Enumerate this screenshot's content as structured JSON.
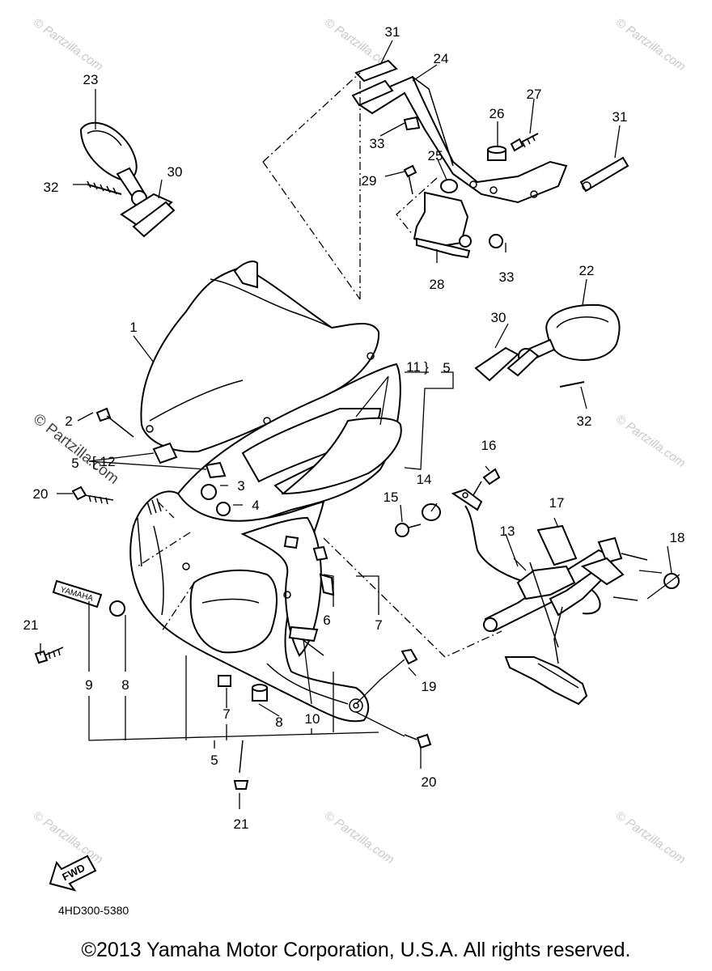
{
  "diagram_code": "4HD300-5380",
  "copyright": "©2013 Yamaha Motor Corporation, U.S.A. All rights reserved.",
  "watermark": "© Partzilla.com",
  "fwd_label": "FWD",
  "yamaha_label": "YAMAHA",
  "callouts": {
    "c1": "1",
    "c2": "2",
    "c3": "3",
    "c4": "4",
    "c5a": "5",
    "c5b": "5",
    "c5c": "5",
    "c6": "6",
    "c7a": "7",
    "c7b": "7",
    "c8a": "8",
    "c8b": "8",
    "c9": "9",
    "c10": "10",
    "c11": "11",
    "c12": "12",
    "c13": "13",
    "c14": "14",
    "c15": "15",
    "c16": "16",
    "c17": "17",
    "c18": "18",
    "c19": "19",
    "c20a": "20",
    "c20b": "20",
    "c21a": "21",
    "c21b": "21",
    "c22": "22",
    "c23": "23",
    "c24": "24",
    "c25": "25",
    "c26": "26",
    "c27": "27",
    "c28": "28",
    "c29": "29",
    "c30a": "30",
    "c30b": "30",
    "c31a": "31",
    "c31b": "31",
    "c32a": "32",
    "c32b": "32",
    "c33a": "33",
    "c33b": "33"
  }
}
